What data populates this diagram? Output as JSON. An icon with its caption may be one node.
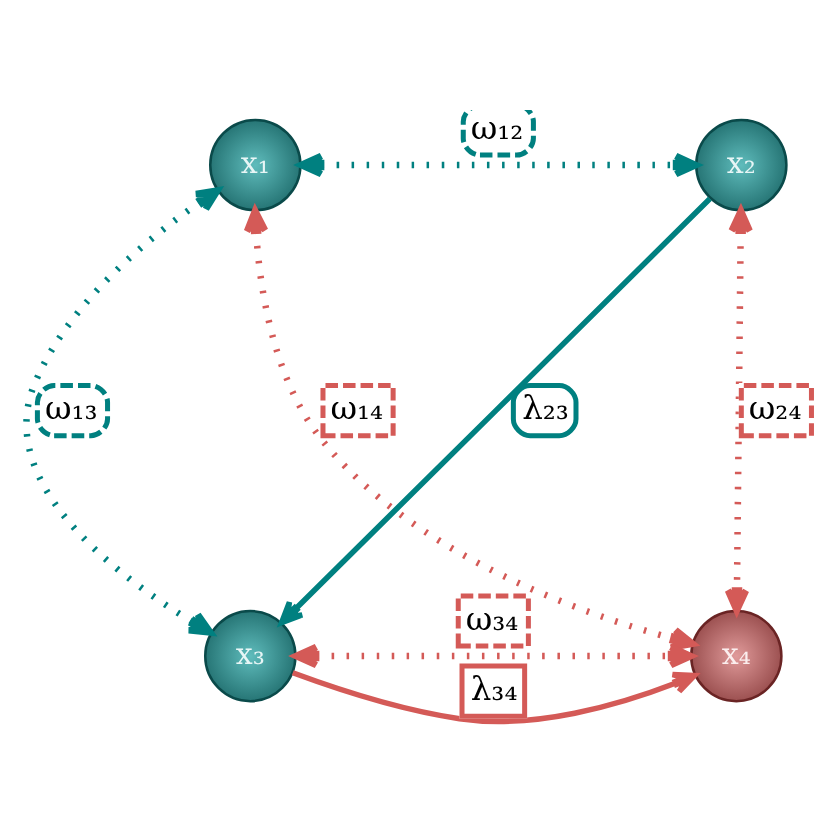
{
  "diagram": {
    "nodes": [
      {
        "text": [
          "x₁"
        ]
      },
      {
        "text": [
          "x₂"
        ]
      },
      {
        "text": [
          "x₃"
        ]
      },
      {
        "text": [
          "x₄"
        ]
      }
    ],
    "edges": [
      {
        "from": 0,
        "to": 1,
        "arrow": "both",
        "label": "ω₁₂",
        "style": "dashed",
        "color": "#008080"
      },
      {
        "from": 0,
        "to": 2,
        "arrow": "both",
        "label": "ω₁₃",
        "style": "dashed",
        "color": "#008080"
      },
      {
        "from": 1,
        "to": 2,
        "arrow": "to",
        "label": "λ₂₃",
        "color": "#008080"
      },
      {
        "from": 0,
        "to": 3,
        "arrow": "both",
        "label": "ω₁₄",
        "style": "dashed"
      },
      {
        "from": 1,
        "to": 3,
        "arrow": "both",
        "label": "ω₂₄",
        "style": "dashed"
      },
      {
        "from": 2,
        "to": 3,
        "arrow": "both",
        "label": "ω₃₄",
        "style": "dashed"
      },
      {
        "from": 2,
        "to": 3,
        "arrow": "to",
        "label": "λ₃₄"
      }
    ]
  }
}
